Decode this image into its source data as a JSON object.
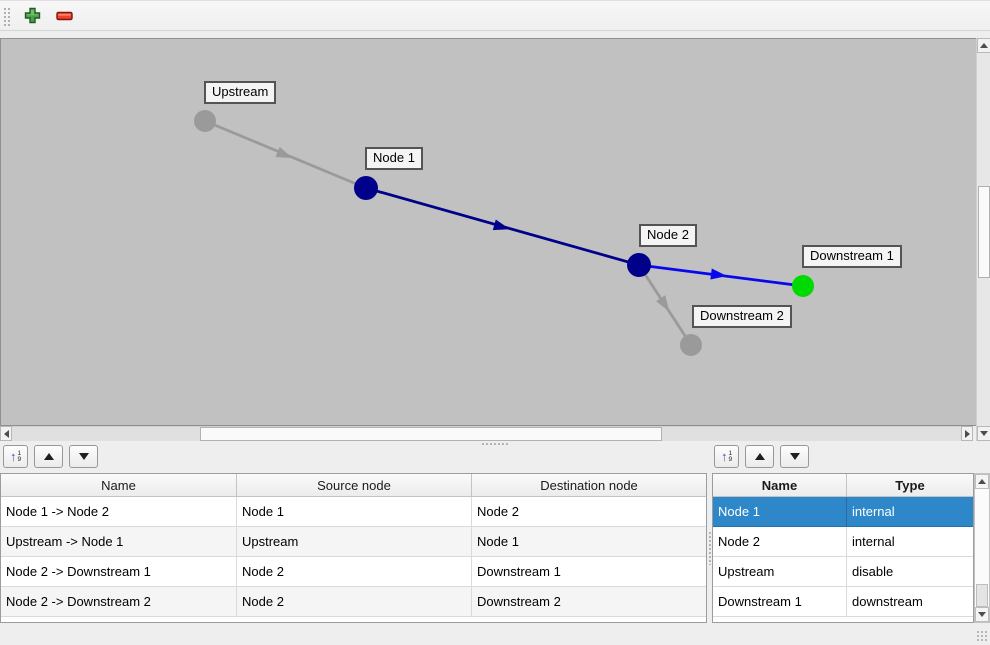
{
  "colors": {
    "canvas": "#c1c1c1",
    "selection": "#2e87c8",
    "node_internal": "#00008b",
    "node_gray": "#9a9a9a",
    "node_downstream": "#00da00",
    "edge_active_blue": "#0808ee",
    "edge_navy": "#00008b",
    "edge_gray": "#9a9a9a"
  },
  "main_toolbar": {
    "add_button": "add",
    "remove_button": "remove"
  },
  "graph": {
    "nodes": [
      {
        "label": "Upstream",
        "color": "#9a9a9a"
      },
      {
        "label": "Node 1",
        "color": "#00008b"
      },
      {
        "label": "Node 2",
        "color": "#00008b"
      },
      {
        "label": "Downstream 1",
        "color": "#00da00"
      },
      {
        "label": "Downstream 2",
        "color": "#9a9a9a"
      }
    ],
    "edges": [
      {
        "id": "upstream-to-node1",
        "color": "#9a9a9a"
      },
      {
        "id": "node1-to-node2",
        "color": "#00008b"
      },
      {
        "id": "node2-to-downstream1",
        "color": "#0808ee"
      },
      {
        "id": "node2-to-downstream2",
        "color": "#9a9a9a"
      }
    ]
  },
  "connections_table": {
    "headers": [
      "Name",
      "Source node",
      "Destination node"
    ],
    "rows": [
      [
        "Node 1 -> Node 2",
        "Node 1",
        "Node 2"
      ],
      [
        "Upstream -> Node 1",
        "Upstream",
        "Node 1"
      ],
      [
        "Node 2 -> Downstream 1",
        "Node 2",
        "Downstream 1"
      ],
      [
        "Node 2 -> Downstream 2",
        "Node 2",
        "Downstream 2"
      ]
    ]
  },
  "nodes_table": {
    "headers": [
      "Name",
      "Type"
    ],
    "rows": [
      [
        "Node 1",
        "internal"
      ],
      [
        "Node 2",
        "internal"
      ],
      [
        "Upstream",
        "disable"
      ],
      [
        "Downstream 1",
        "downstream"
      ]
    ],
    "selected_row_index": 0
  }
}
